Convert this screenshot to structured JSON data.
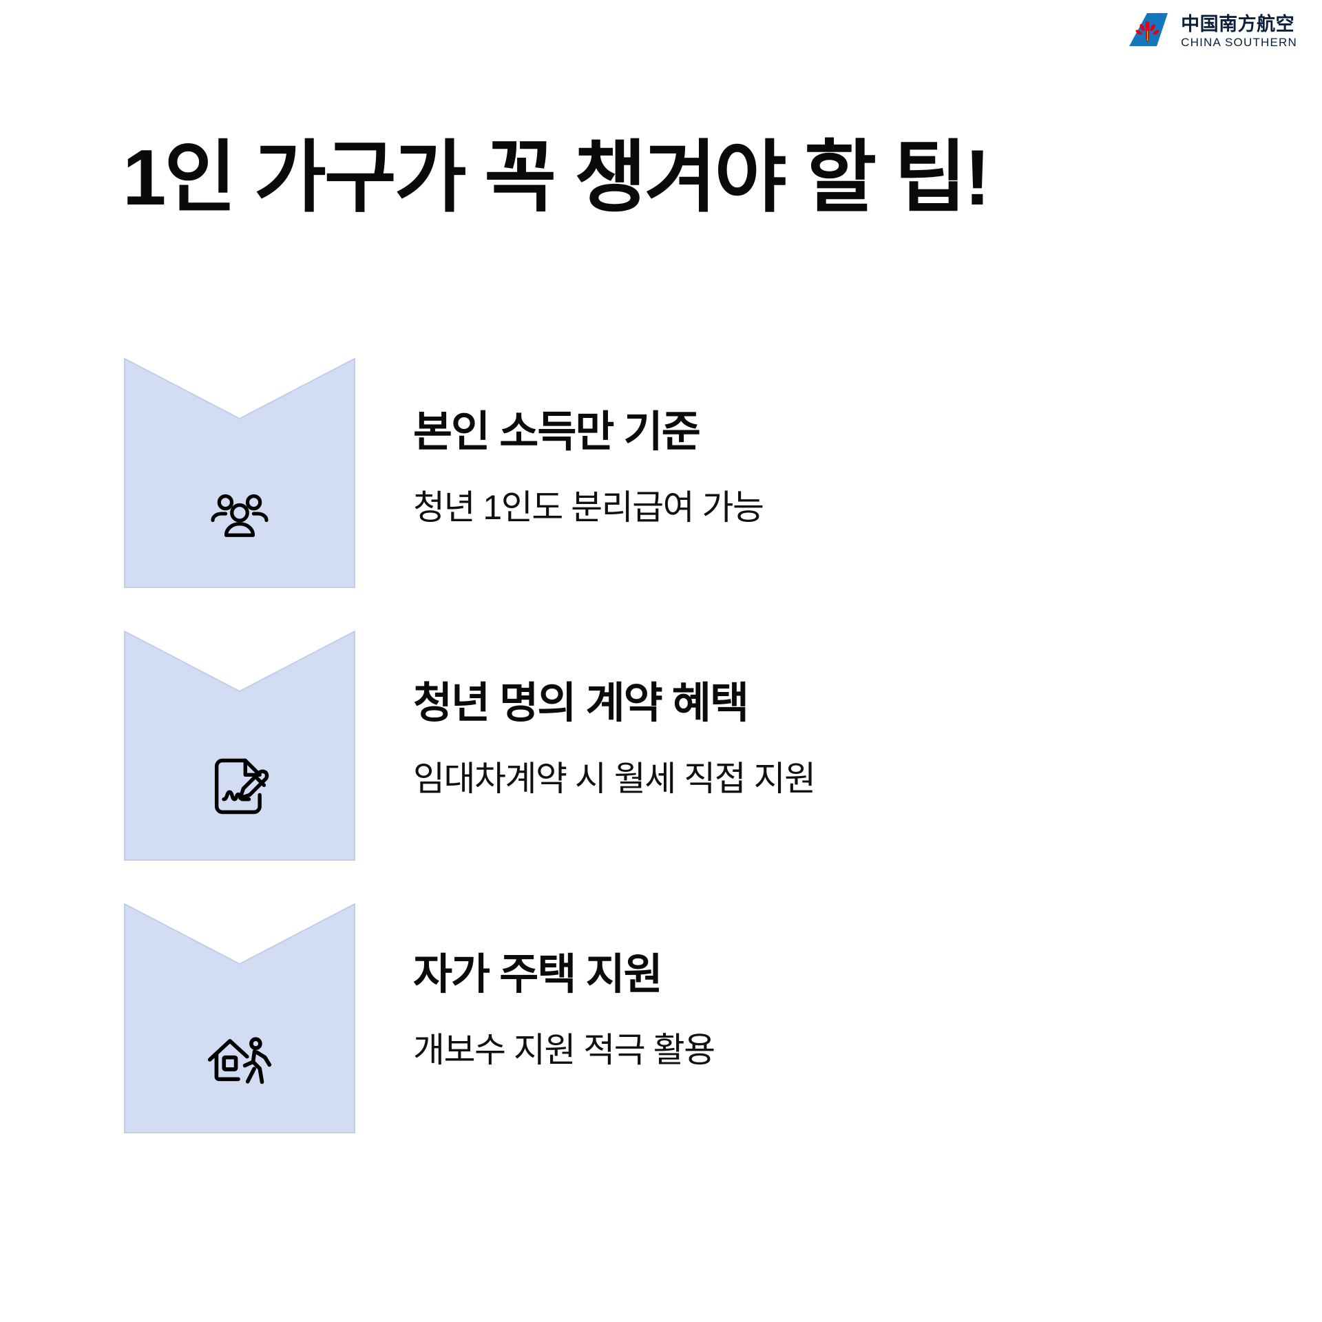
{
  "brand": {
    "name_cn": "中国南方航空",
    "name_en": "CHINA SOUTHERN",
    "logo_icon": "airline-tail-fin-icon",
    "tail_color": "#1278be",
    "flower_color": "#e2001a",
    "text_color": "#0b1f3a"
  },
  "title": "1인 가구가 꼭 챙겨야 할 팁!",
  "theme": {
    "background": "#ffffff",
    "chevron_fill": "#d2ddf3",
    "chevron_stroke": "#c2cee8",
    "text_color": "#0a0a0a"
  },
  "rows": [
    {
      "icon": "people-group-icon",
      "heading": "본인 소득만 기준",
      "subtext": "청년 1인도 분리급여 가능"
    },
    {
      "icon": "document-signature-pen-icon",
      "heading": "청년 명의 계약 혜택",
      "subtext": "임대차계약 시 월세 직접 지원"
    },
    {
      "icon": "house-person-walking-icon",
      "heading": "자가 주택 지원",
      "subtext": "개보수 지원 적극 활용"
    }
  ]
}
